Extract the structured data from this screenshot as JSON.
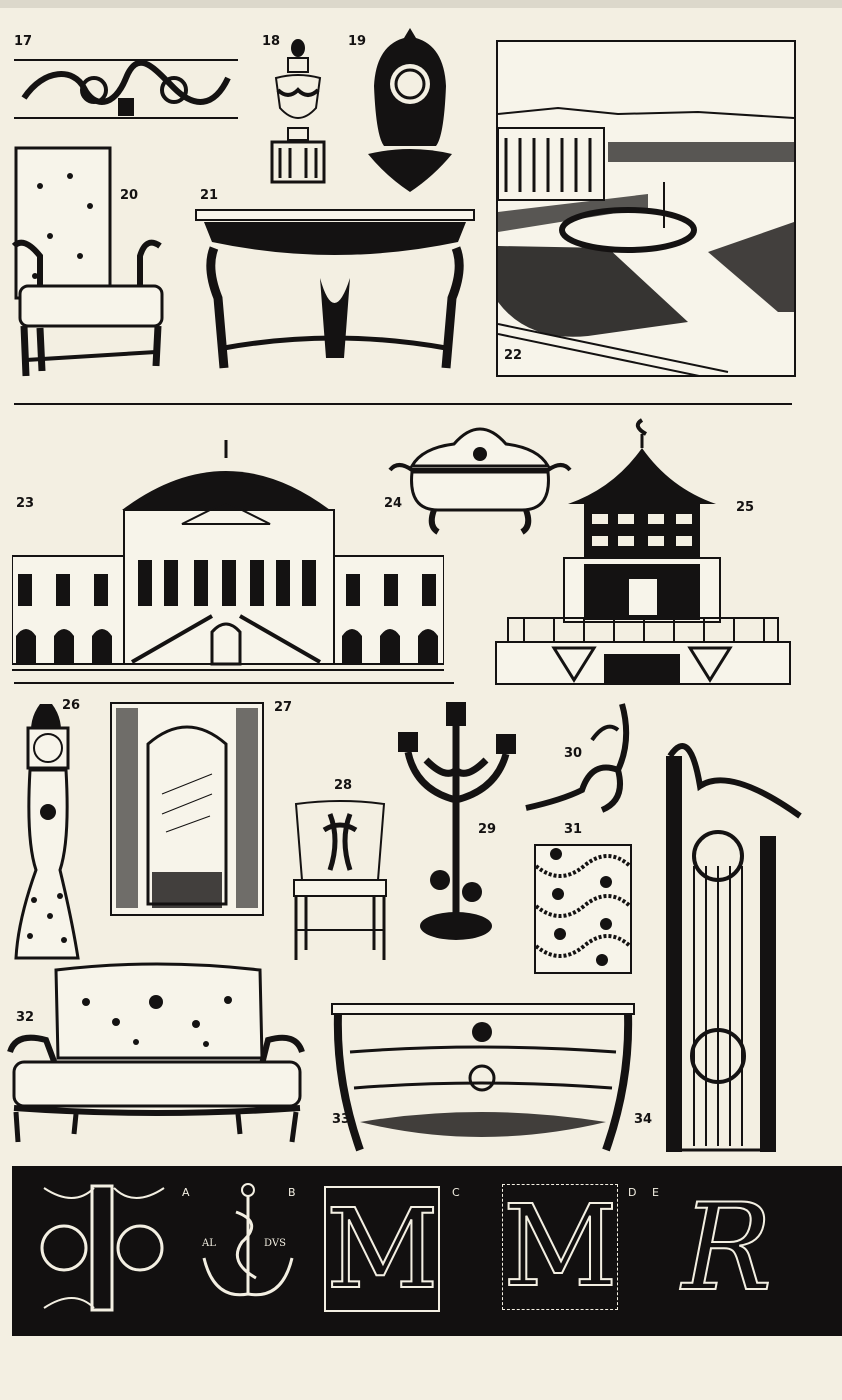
{
  "figure_numbers": {
    "f17": "17",
    "f18": "18",
    "f19": "19",
    "f20": "20",
    "f21": "21",
    "f22": "22",
    "f23": "23",
    "f24": "24",
    "f25": "25",
    "f26": "26",
    "f27": "27",
    "f28": "28",
    "f29": "29",
    "f30": "30",
    "f31": "31",
    "f32": "32",
    "f33": "33",
    "f34": "34"
  },
  "figures": [
    {
      "id": "17",
      "subject": "acanthus-scroll-frieze"
    },
    {
      "id": "18",
      "subject": "urn-on-pedestal"
    },
    {
      "id": "19",
      "subject": "bracket-wall-clock"
    },
    {
      "id": "20",
      "subject": "upholstered-armchair"
    },
    {
      "id": "21",
      "subject": "console-table"
    },
    {
      "id": "22",
      "subject": "formal-garden-parterre-with-fountain"
    },
    {
      "id": "23",
      "subject": "palace-facade"
    },
    {
      "id": "24",
      "subject": "rococo-tureen"
    },
    {
      "id": "25",
      "subject": "chinoiserie-pagoda-pavilion"
    },
    {
      "id": "26",
      "subject": "longcase-clock"
    },
    {
      "id": "27",
      "subject": "panelled-interior-with-mirror"
    },
    {
      "id": "28",
      "subject": "chippendale-chair"
    },
    {
      "id": "29",
      "subject": "candelabrum-with-putti"
    },
    {
      "id": "30",
      "subject": "rocaille-ornament"
    },
    {
      "id": "31",
      "subject": "floral-trellis-pattern"
    },
    {
      "id": "32",
      "subject": "settee-sofa"
    },
    {
      "id": "33",
      "subject": "commode"
    },
    {
      "id": "34",
      "subject": "wrought-iron-gate"
    }
  ],
  "initials_band": {
    "labels": {
      "a": "A",
      "b": "B",
      "c": "C",
      "d": "D",
      "e": "E"
    },
    "letters": {
      "a": "I",
      "c": "M",
      "d": "M",
      "e": "R"
    },
    "aldus_left": "AL",
    "aldus_right": "DVS"
  },
  "colors": {
    "paper": "#f3efe2",
    "ink": "#141212"
  }
}
